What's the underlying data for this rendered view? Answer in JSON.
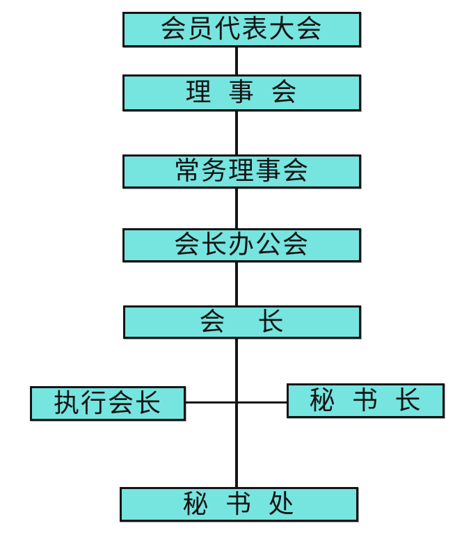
{
  "diagram": {
    "title": "organization-chart",
    "colors": {
      "background": "#ffffff",
      "box_fill": "#76e5e0",
      "box_border": "#141414",
      "line_color": "#141414",
      "text_color": "#141414"
    },
    "nodes": [
      {
        "id": "member-congress",
        "label": "会员代表大会"
      },
      {
        "id": "council",
        "label": "理  事  会"
      },
      {
        "id": "standing-council",
        "label": "常务理事会"
      },
      {
        "id": "president-office",
        "label": "会长办公会"
      },
      {
        "id": "president",
        "label": "会    长"
      },
      {
        "id": "executive-president",
        "label": "执行会长"
      },
      {
        "id": "secretary-general",
        "label": "秘  书  长"
      },
      {
        "id": "secretariat",
        "label": "秘  书  处"
      }
    ],
    "edges": [
      {
        "from": "member-congress",
        "to": "council"
      },
      {
        "from": "council",
        "to": "standing-council"
      },
      {
        "from": "standing-council",
        "to": "president-office"
      },
      {
        "from": "president-office",
        "to": "president"
      },
      {
        "from": "president",
        "to": "secretariat"
      },
      {
        "from": "executive-president",
        "to": "trunk"
      },
      {
        "from": "trunk",
        "to": "secretary-general"
      }
    ]
  }
}
